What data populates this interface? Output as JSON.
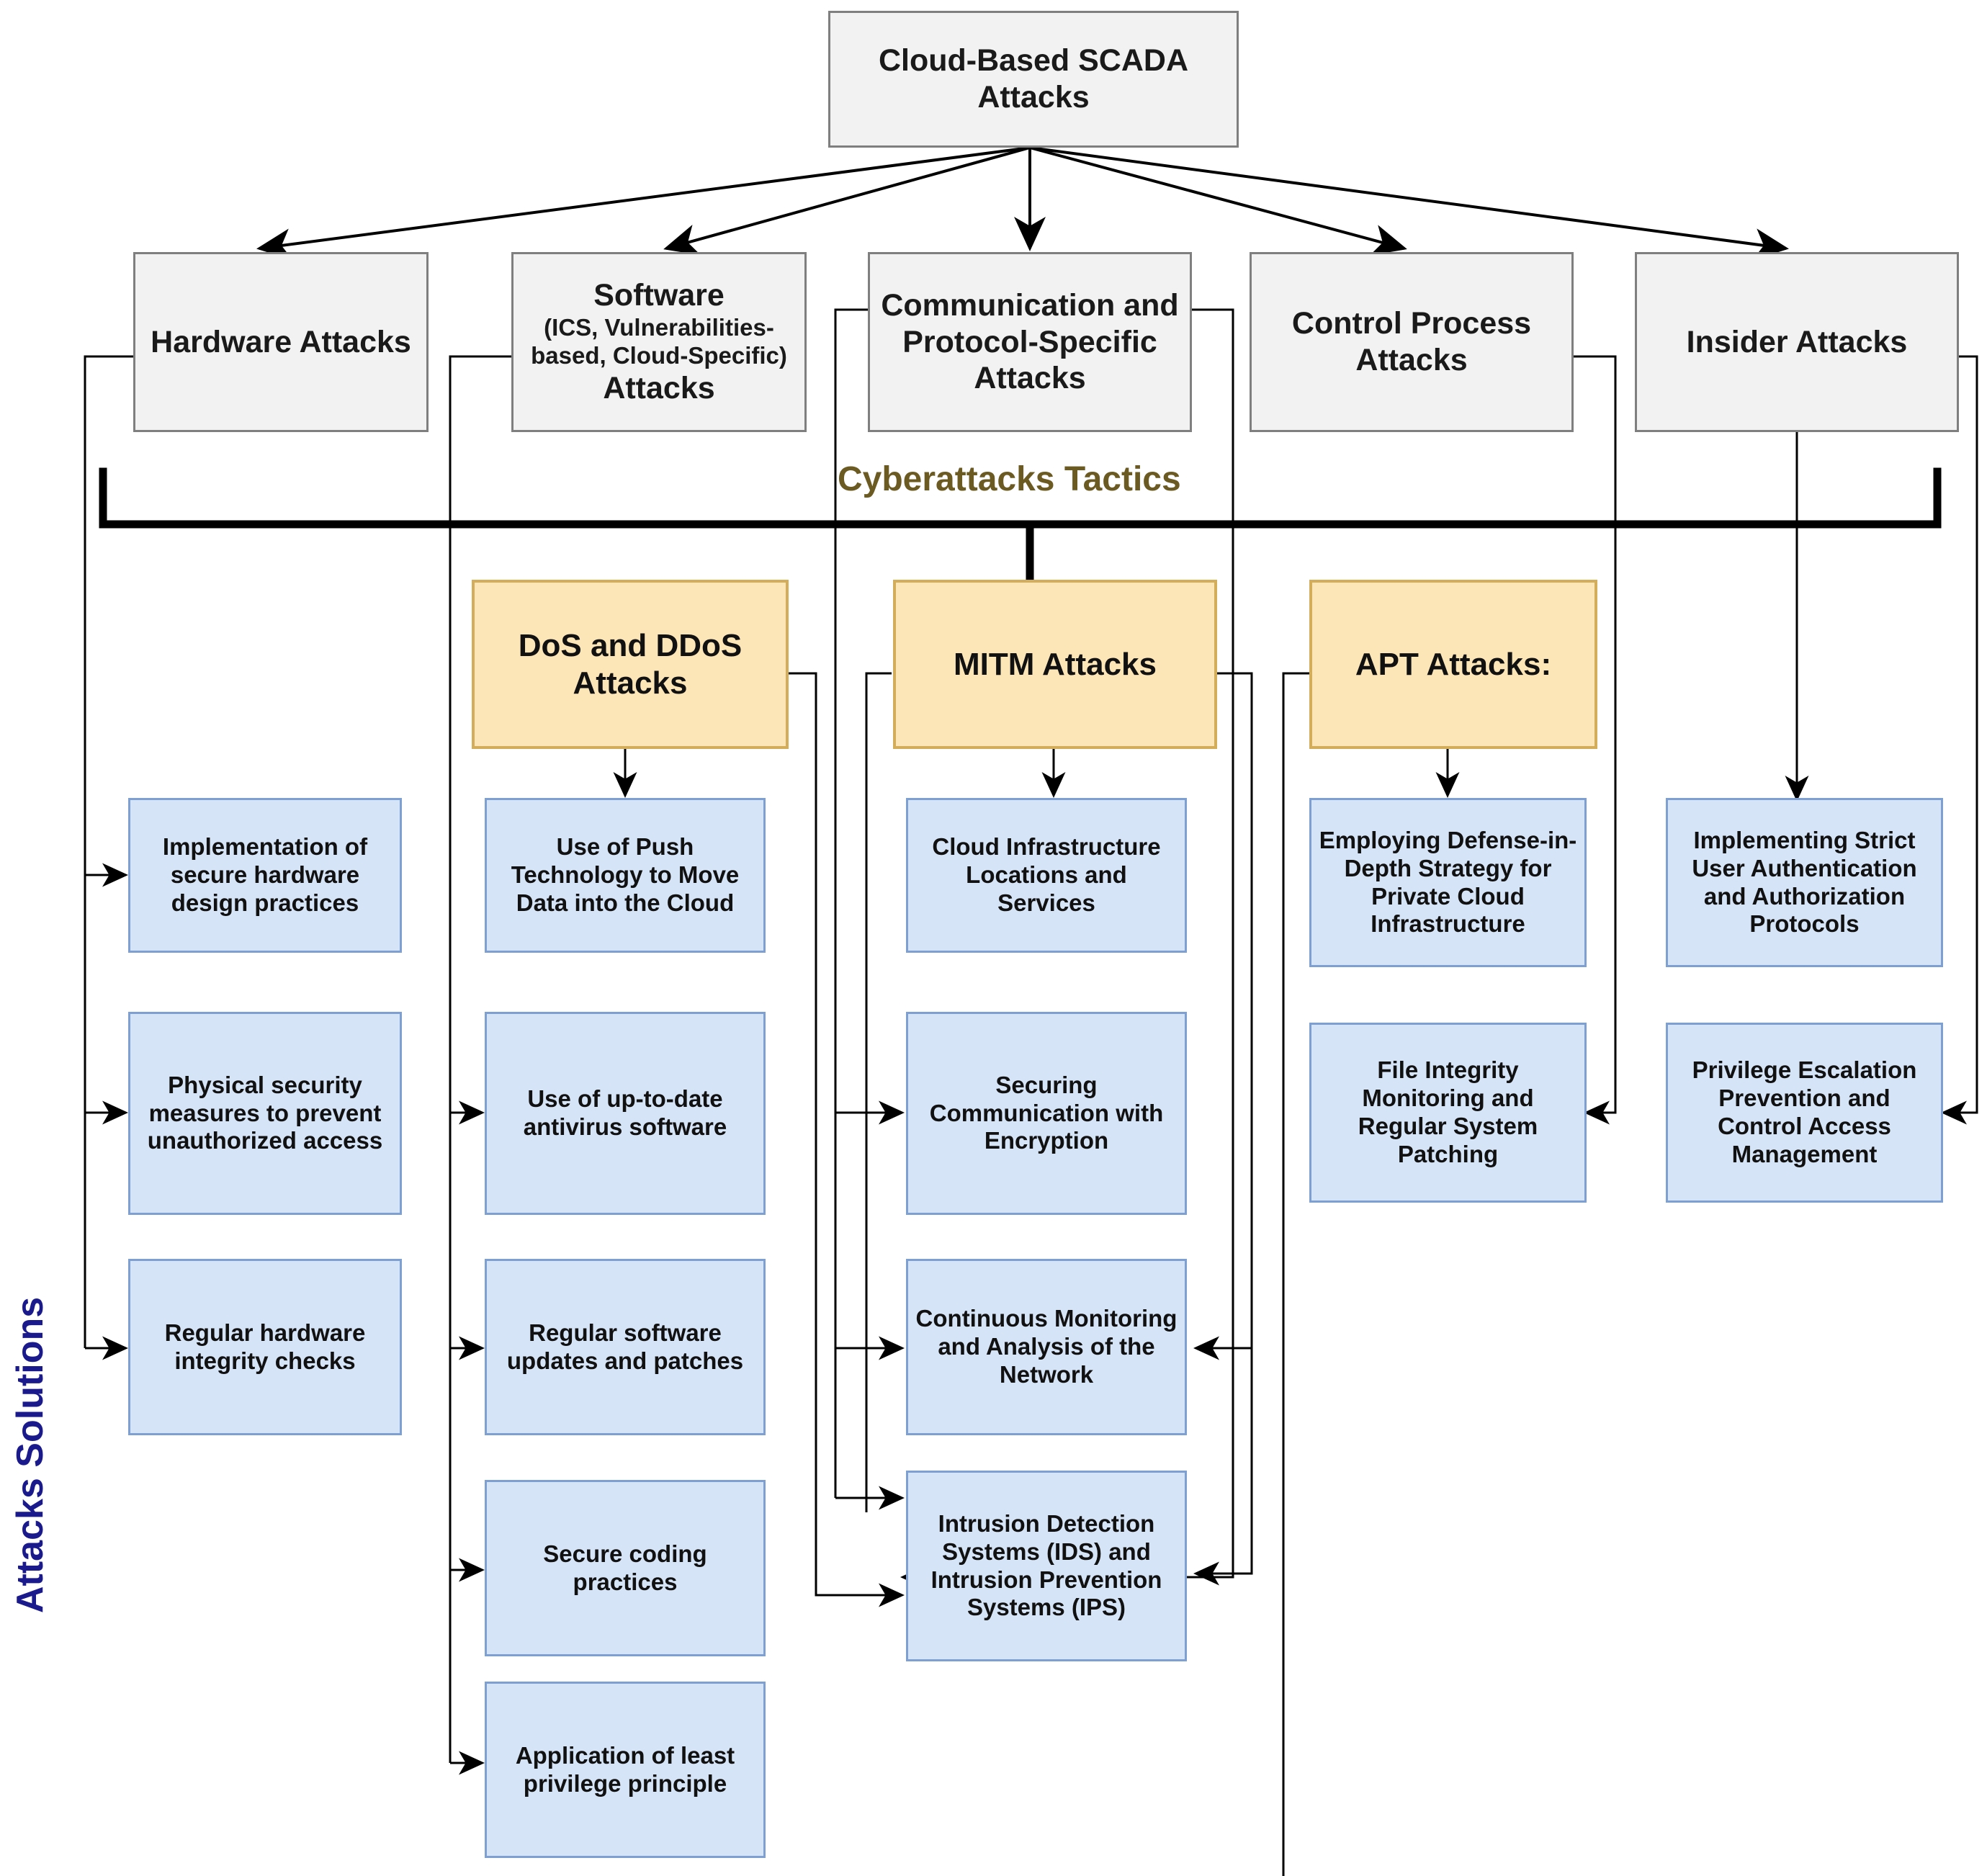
{
  "diagram": {
    "root": {
      "label": "Cloud-Based SCADA Attacks"
    },
    "side_label": "Attacks Solutions",
    "tactics_band_label": "Cyberattacks Tactics",
    "categories": [
      {
        "id": "hardware",
        "label": "Hardware Attacks"
      },
      {
        "id": "software",
        "label_big_1": "Software",
        "label_small": "(ICS, Vulnerabilities-based, Cloud-Specific)",
        "label_big_2": "Attacks"
      },
      {
        "id": "communication",
        "label": "Communication and Protocol-Specific Attacks"
      },
      {
        "id": "control",
        "label": "Control Process Attacks"
      },
      {
        "id": "insider",
        "label": "Insider Attacks"
      }
    ],
    "tactics": [
      {
        "id": "dos",
        "label": "DoS and DDoS Attacks"
      },
      {
        "id": "mitm",
        "label": "MITM Attacks"
      },
      {
        "id": "apt",
        "label": "APT Attacks:"
      }
    ],
    "solutions": {
      "hardware": [
        "Implementation of secure hardware design practices",
        "Physical security measures to prevent unauthorized access",
        "Regular hardware integrity checks"
      ],
      "dos_software": [
        "Use of Push Technology to Move Data into the Cloud",
        "Use of up-to-date antivirus software",
        "Regular software updates and patches",
        "Secure coding practices",
        "Application of least privilege principle"
      ],
      "mitm_communication": [
        "Cloud Infrastructure Locations and Services",
        "Securing Communication with Encryption",
        "Continuous Monitoring and Analysis of the Network",
        "Intrusion Detection Systems (IDS) and Intrusion Prevention Systems (IPS)"
      ],
      "apt_control": [
        "Employing Defense-in-Depth Strategy for Private Cloud Infrastructure",
        "File Integrity Monitoring and Regular System Patching"
      ],
      "insider": [
        "Implementing Strict User Authentication and Authorization Protocols",
        "Privilege Escalation Prevention and Control Access Management"
      ]
    },
    "colors": {
      "category_fill": "#f2f2f2",
      "category_border": "#7f7f7f",
      "tactic_fill": "#fce5b6",
      "tactic_border": "#d4ad5a",
      "solution_fill": "#d6e4f7",
      "solution_border": "#7d9fd1",
      "tactics_label": "#6b5a22",
      "side_label": "#1a1a8c",
      "connector": "#000000"
    }
  }
}
